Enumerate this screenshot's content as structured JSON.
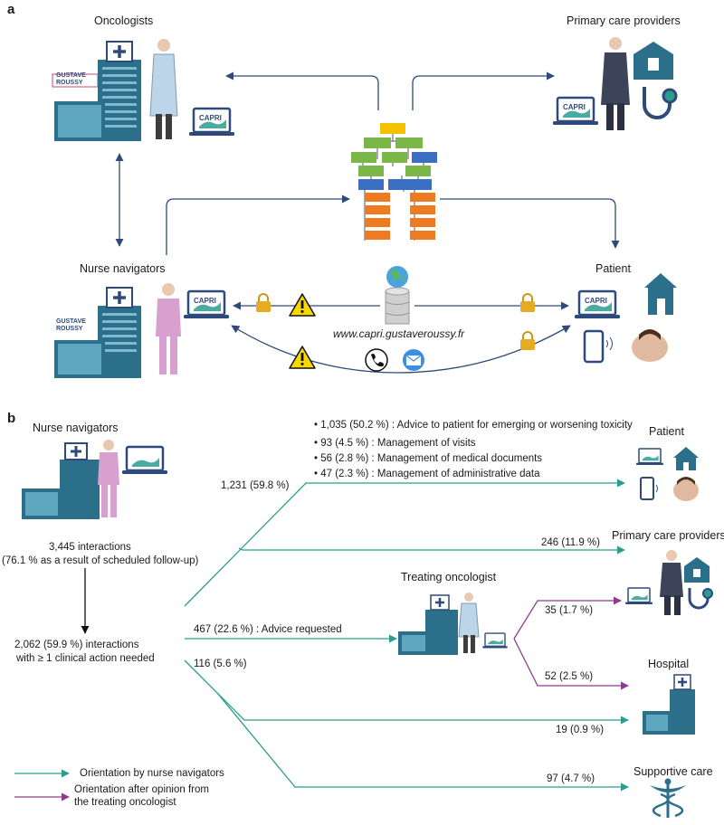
{
  "panel_a": {
    "letter": "a",
    "oncologists": "Oncologists",
    "primary_care": "Primary care providers",
    "nurse_navigators": "Nurse navigators",
    "patient": "Patient",
    "url": "www.capri.gustaveroussy.fr",
    "capri_label": "CAPRI",
    "hospital_logo": "GUSTAVE ROUSSY"
  },
  "panel_b": {
    "letter": "b",
    "nurse_navigators": "Nurse navigators",
    "interactions_total": "3,445 interactions",
    "interactions_scheduled": "(76.1 % as a result of scheduled follow-up)",
    "clinical_line1": "2,062 (59.9 %) interactions",
    "clinical_line2": "with ≥ 1 clinical action needed",
    "branch_patient": "1,231 (59.8 %)",
    "branch_primary": "246 (11.9 %)",
    "branch_advice": "467 (22.6 %) : Advice requested",
    "branch_hospital_direct": "116 (5.6 %)",
    "branch_hospital_nurse": "19 (0.9 %)",
    "branch_supportive": "97 (4.7 %)",
    "onc_to_primary": "35 (1.7 %)",
    "onc_to_hospital": "52 (2.5 %)",
    "bullets": [
      "1,035 (50.2 %) : Advice to patient for emerging or worsening toxicity",
      "93 (4.5 %) : Management of visits",
      "56 (2.8 %) : Management of medical documents",
      "47 (2.3 %) : Management of administrative data"
    ],
    "dest_patient": "Patient",
    "dest_primary": "Primary care providers",
    "treating_oncologist": "Treating oncologist",
    "dest_hospital": "Hospital",
    "dest_supportive": "Supportive care",
    "legend_nurse": "Orientation by nurse navigators",
    "legend_onc_line1": "Orientation after opinion from",
    "legend_onc_line2": "the treating oncologist"
  },
  "colors": {
    "dark_blue": "#2d4a7a",
    "teal": "#2a9d8f",
    "purple": "#8e3c8e",
    "building": "#2b6f8a",
    "org_yellow": "#f2c100",
    "org_green": "#7ab648",
    "org_blue": "#3a6fc4",
    "org_orange": "#ee7a22"
  },
  "icons": [
    "hospital-building-icon",
    "doctor-icon",
    "nurse-icon",
    "laptop-icon",
    "house-icon",
    "phone-icon",
    "mail-icon",
    "lock-icon",
    "warning-icon",
    "database-icon",
    "globe-icon",
    "stethoscope-icon",
    "caduceus-icon",
    "smartphone-icon",
    "patient-face-icon"
  ]
}
